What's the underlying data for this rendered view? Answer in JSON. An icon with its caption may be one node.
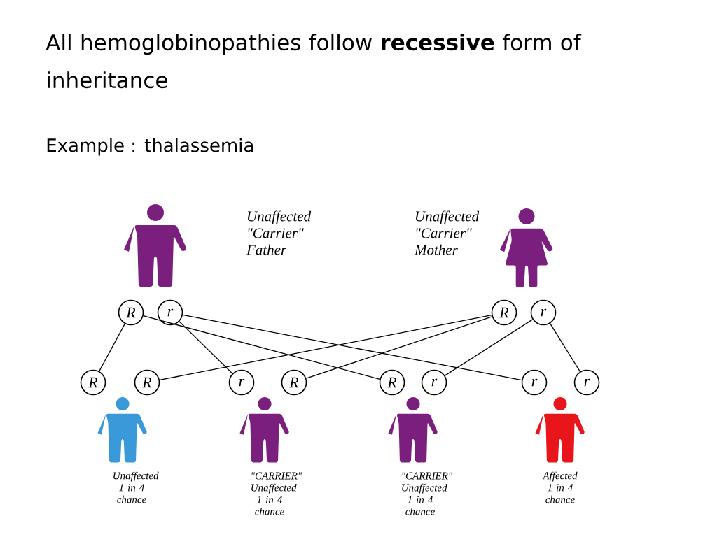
{
  "diagram": {
    "title": "All hemoglobinopathies follow **recessive** form of inheritance",
    "nodes": [
      {
        "text": [
          "R"
        ]
      },
      {
        "text": [
          "r"
        ]
      },
      {
        "text": [
          "R"
        ]
      },
      {
        "text": [
          "r"
        ]
      },
      {
        "text": [
          "R"
        ]
      },
      {
        "text": [
          "R"
        ]
      },
      {
        "text": [
          "r"
        ]
      },
      {
        "text": [
          "R"
        ]
      },
      {
        "text": [
          "R"
        ]
      },
      {
        "text": [
          "r"
        ]
      },
      {
        "text": [
          "r"
        ]
      },
      {
        "text": [
          "r"
        ]
      }
    ],
    "edges": [
      {
        "from": 0,
        "to": 4,
        "arrow": "none"
      },
      {
        "from": 0,
        "to": 8,
        "arrow": "none"
      },
      {
        "from": 1,
        "to": 6,
        "arrow": "none"
      },
      {
        "from": 1,
        "to": 10,
        "arrow": "none"
      },
      {
        "from": 2,
        "to": 5,
        "arrow": "none"
      },
      {
        "from": 2,
        "to": 7,
        "arrow": "none"
      },
      {
        "from": 3,
        "to": 9,
        "arrow": "none"
      },
      {
        "from": 3,
        "to": 11,
        "arrow": "none"
      }
    ],
    "labels": [
      "Example : thalassemia",
      "Unaffected \"Carrier\" Father",
      "Unaffected \"Carrier\" Mother",
      "Unaffected 1 in 4 chance",
      "\"CARRIER\" Unaffected 1 in 4 chance",
      "\"CARRIER\" Unaffected 1 in 4 chance",
      "Affected 1 in 4 chance"
    ]
  }
}
